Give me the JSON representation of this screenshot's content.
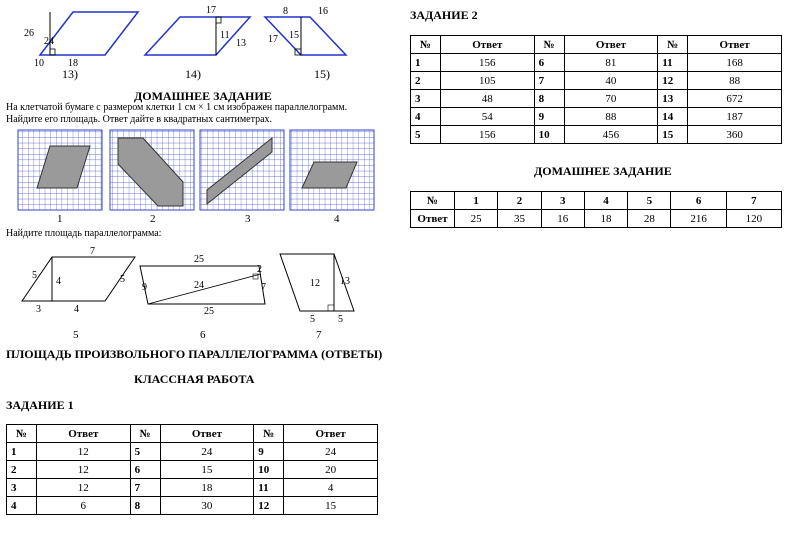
{
  "top_figures": {
    "f13": {
      "label": "13)",
      "v1": "26",
      "v2": "24",
      "v3": "10",
      "v4": "18"
    },
    "f14": {
      "label": "14)",
      "v1": "17",
      "v2": "11",
      "v3": "13"
    },
    "f15": {
      "label": "15)",
      "v1": "8",
      "v2": "16",
      "v3": "17",
      "v4": "15"
    }
  },
  "homework_left": {
    "title": "ДОМАШНЕЕ ЗАДАНИЕ",
    "line1": "На клетчатой бумаге с размером клетки 1 см × 1 см изображен параллелограмм.",
    "line2": "Найдите его площадь. Ответ дайте в квадратных сантиметрах.",
    "grid_labels": [
      "1",
      "2",
      "3",
      "4"
    ],
    "line3": "Найдите площадь параллелограмма:"
  },
  "bottom_figures": {
    "f5": {
      "label": "5",
      "top": "7",
      "left": "5",
      "height": "4",
      "right": "5",
      "b1": "3",
      "b2": "4"
    },
    "f6": {
      "label": "6",
      "top": "25",
      "left": "9",
      "diag": "24",
      "r1": "2",
      "r2": "7",
      "bottom": "25"
    },
    "f7": {
      "label": "7",
      "h": "12",
      "side": "13",
      "b1": "5",
      "b2": "5"
    }
  },
  "answers_title": "ПЛОЩАДЬ ПРОИЗВОЛЬНОГО ПАРАЛЛЕЛОГРАММА (ОТВЕТЫ)",
  "classwork_title": "КЛАССНАЯ РАБОТА",
  "task1": {
    "title": "ЗАДАНИЕ 1",
    "headers": [
      "№",
      "Ответ",
      "№",
      "Ответ",
      "№",
      "Ответ"
    ],
    "rows": [
      [
        "1",
        "12",
        "5",
        "24",
        "9",
        "24"
      ],
      [
        "2",
        "12",
        "6",
        "15",
        "10",
        "20"
      ],
      [
        "3",
        "12",
        "7",
        "18",
        "11",
        "4"
      ],
      [
        "4",
        "6",
        "8",
        "30",
        "12",
        "15"
      ]
    ]
  },
  "task2": {
    "title": "ЗАДАНИЕ 2",
    "headers": [
      "№",
      "Ответ",
      "№",
      "Ответ",
      "№",
      "Ответ"
    ],
    "rows": [
      [
        "1",
        "156",
        "6",
        "81",
        "11",
        "168"
      ],
      [
        "2",
        "105",
        "7",
        "40",
        "12",
        "88"
      ],
      [
        "3",
        "48",
        "8",
        "70",
        "13",
        "672"
      ],
      [
        "4",
        "54",
        "9",
        "88",
        "14",
        "187"
      ],
      [
        "5",
        "156",
        "10",
        "456",
        "15",
        "360"
      ]
    ]
  },
  "homework_right": {
    "title": "ДОМАШНЕЕ ЗАДАНИЕ",
    "row1": [
      "№",
      "1",
      "2",
      "3",
      "4",
      "5",
      "6",
      "7"
    ],
    "row2": [
      "Ответ",
      "25",
      "35",
      "16",
      "18",
      "28",
      "216",
      "120"
    ]
  },
  "colors": {
    "grid": "#3344cc",
    "shape": "#999999"
  }
}
